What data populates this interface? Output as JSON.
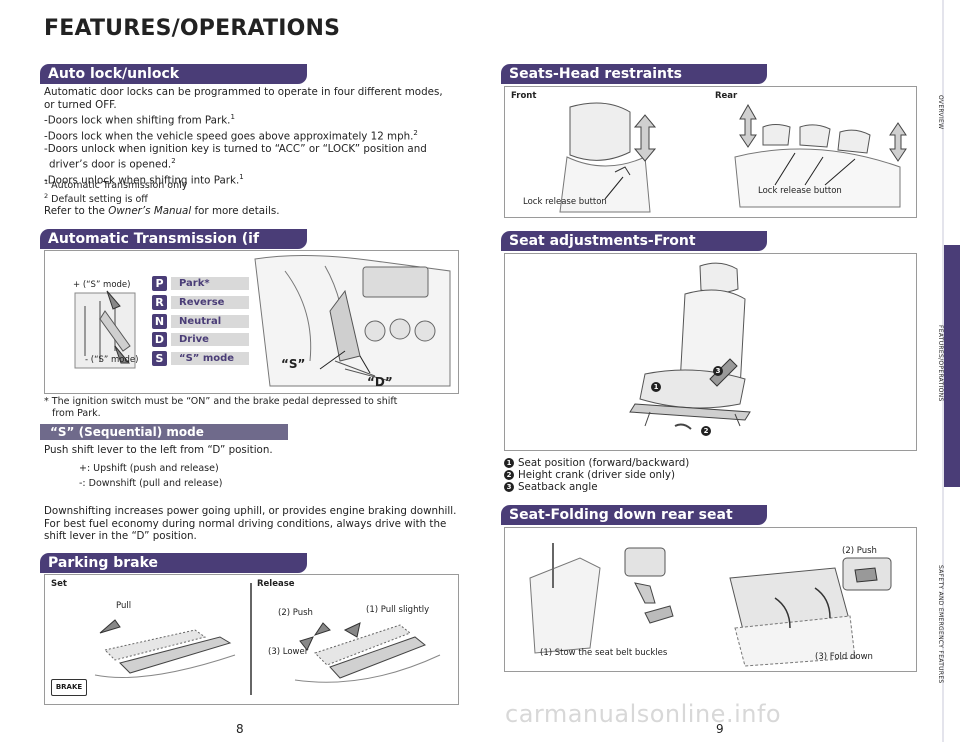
{
  "page_title": "FEATURES/OPERATIONS",
  "auto_lock": {
    "heading": "Auto lock/unlock",
    "intro": "Automatic door locks can be programmed to operate in four different modes, or turned OFF.",
    "modes": [
      {
        "text": "Doors lock when shifting from Park.",
        "sup": "1"
      },
      {
        "text": "Doors lock when the vehicle speed goes above approximately 12 mph.",
        "sup": "2"
      },
      {
        "text": "Doors unlock when ignition key is turned to “ACC” or “LOCK” position and driver’s door is opened.",
        "sup": "2"
      },
      {
        "text": "Doors unlock when shifting into Park.",
        "sup": "1"
      }
    ],
    "footnotes": [
      {
        "sup": "1",
        "text": "Automatic Transmission only"
      },
      {
        "sup": "2",
        "text": "Default setting is off"
      }
    ],
    "refer_prefix": "Refer to the ",
    "refer_manual": "Owner’s Manual",
    "refer_suffix": " for more details."
  },
  "auto_trans": {
    "heading": "Automatic Transmission (if equipped)",
    "plus_label": "+ (“S” mode)",
    "minus_label": "- (“S” mode)",
    "gears": [
      {
        "letter": "P",
        "name": "Park*"
      },
      {
        "letter": "R",
        "name": "Reverse"
      },
      {
        "letter": "N",
        "name": "Neutral"
      },
      {
        "letter": "D",
        "name": "Drive"
      },
      {
        "letter": "S",
        "name": "“S” mode"
      }
    ],
    "callout_s": "“S”",
    "callout_d": "“D”",
    "note": "* The ignition switch must be “ON” and the brake pedal depressed to shift from Park."
  },
  "s_mode": {
    "heading": "“S” (Sequential) mode",
    "intro": "Push shift lever to the left from “D” position.",
    "plus": "+:  Upshift (push and release)",
    "minus": "-:  Downshift (pull and release)",
    "body": "Downshifting increases power going uphill, or provides engine braking downhill. For best fuel economy during normal driving conditions, always drive with the shift lever in the “D” position."
  },
  "parking_brake": {
    "heading": "Parking brake",
    "set_label": "Set",
    "release_label": "Release",
    "pull_label": "Pull",
    "push_label": "(2) Push",
    "pull_slightly_label": "(1) Pull slightly",
    "lower_label": "(3) Lower",
    "brake_badge": "BRAKE"
  },
  "head_restraints": {
    "heading": "Seats-Head restraints",
    "front_label": "Front",
    "rear_label": "Rear",
    "lock_front": "Lock release button",
    "lock_rear": "Lock release button"
  },
  "seat_adjust": {
    "heading": "Seat adjustments-Front",
    "items": [
      {
        "num": "1",
        "text": "Seat position (forward/backward)"
      },
      {
        "num": "2",
        "text": "Height crank (driver side only)"
      },
      {
        "num": "3",
        "text": "Seatback angle"
      }
    ]
  },
  "seat_fold": {
    "heading": "Seat-Folding down rear seat",
    "stow_label": "(1) Stow the seat belt buckles",
    "push_label": "(2) Push",
    "fold_label": "(3) Fold down"
  },
  "side_tabs": [
    "OVERVIEW",
    "FEATURES/OPERATIONS",
    "SAFETY AND EMERGENCY FEATURES"
  ],
  "page_numbers": {
    "left": "8",
    "right": "9"
  },
  "watermark": "carmanualsonline.info",
  "colors": {
    "accent": "#4a3d77",
    "sub": "#6f6a8b"
  }
}
